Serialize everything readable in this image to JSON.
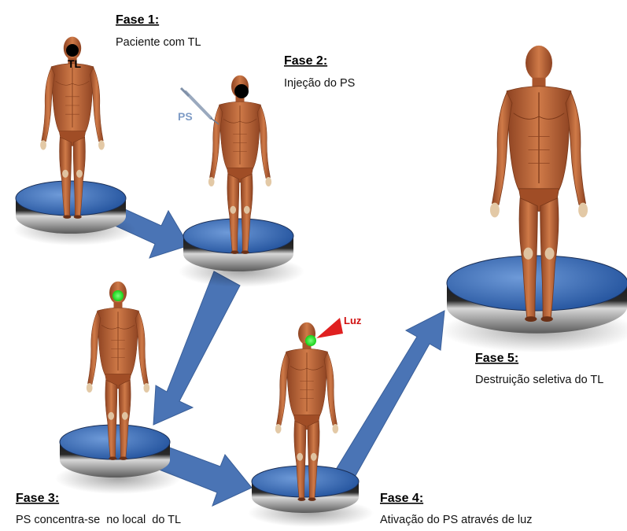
{
  "phases": [
    {
      "title": "Fase 1:",
      "description": "Paciente com TL"
    },
    {
      "title": "Fase 2:",
      "description": "Injeção do PS"
    },
    {
      "title": "Fase 3:",
      "description": "PS concentra-se  no local  do TL"
    },
    {
      "title": "Fase 4:",
      "description": "Ativação do PS através de luz"
    },
    {
      "title": "Fase 5:",
      "description": "Destruição seletiva do TL"
    }
  ],
  "tags": {
    "tumor": "TL",
    "syringe": "PS",
    "light": "Luz"
  },
  "colors": {
    "arrow": "#4a74b5",
    "platform_top": "#3c6ab4",
    "muscle": "#b86236",
    "tumor": "#000000",
    "photosensitizer": "#22e022",
    "light": "#e02020",
    "syringe_label": "#7f9cc6"
  },
  "icons": [
    "human-figure-icon",
    "platform-icon",
    "syringe-icon",
    "light-beam-icon",
    "flow-arrow-icon"
  ]
}
